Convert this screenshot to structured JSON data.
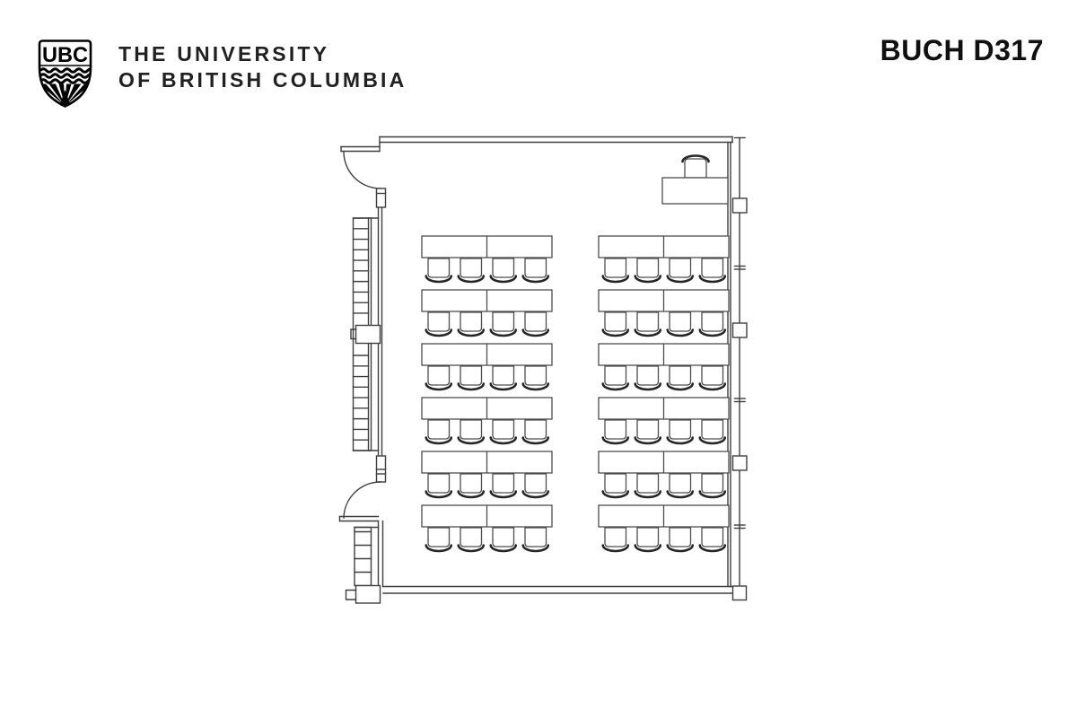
{
  "header": {
    "logo": {
      "monogram": "UBC"
    },
    "wordmark_line1": "THE UNIVERSITY",
    "wordmark_line2": "OF BRITISH COLUMBIA",
    "room_label": "BUCH D317"
  },
  "floor_plan": {
    "room_name": "BUCH D317",
    "layout": {
      "desk_rows": 6,
      "desk_columns": 2,
      "tables_per_unit": 2,
      "chairs_per_unit": 4,
      "student_chairs_total": 48,
      "student_tables_total": 24,
      "instructor_station": {
        "tables": 1,
        "chairs": 1,
        "location": "front-right"
      },
      "doors": 2,
      "door_locations": [
        "top-left",
        "bottom-left"
      ],
      "features": [
        "window-wall-right-with-posts",
        "radiator-strip-upper-left",
        "radiator-strip-lower-left",
        "wall-boxes-left"
      ]
    },
    "colors": {
      "wall_line": "#3f3f3f",
      "furniture_line": "#4d4d4d",
      "chair_back_line": "#262626",
      "fill": "#ffffff",
      "ink": "#111111"
    }
  }
}
